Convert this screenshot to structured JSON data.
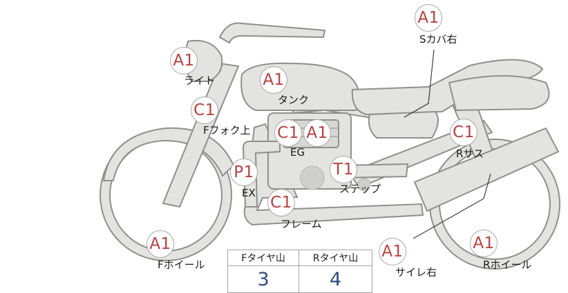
{
  "badges": {
    "s_cover_right": "A1",
    "light": "A1",
    "tank": "A1",
    "front_fork_upper": "C1",
    "engine_c": "C1",
    "engine_a": "A1",
    "rear_suspension": "C1",
    "exhaust": "P1",
    "step": "T1",
    "frame": "C1",
    "front_wheel": "A1",
    "silencer_right": "A1",
    "rear_wheel": "A1"
  },
  "labels": {
    "s_cover_right": "Sカバ右",
    "light": "ライト",
    "tank": "タンク",
    "front_fork_upper": "Fフォク上",
    "engine": "EG",
    "rear_suspension": "Rサス",
    "exhaust": "EX",
    "step": "ステップ",
    "frame": "フレーム",
    "front_wheel": "Fホイール",
    "silencer_right": "サイレ右",
    "rear_wheel": "Rホイール"
  },
  "tire_table": {
    "headers": [
      "Fタイヤ山",
      "Rタイヤ山"
    ],
    "values": [
      "3",
      "4"
    ]
  },
  "colors": {
    "badge_text": "#b9403f",
    "table_value": "#2f4a86",
    "motorcycle_fill": "#e3e3e1",
    "motorcycle_outline": "#8e8e8c"
  }
}
